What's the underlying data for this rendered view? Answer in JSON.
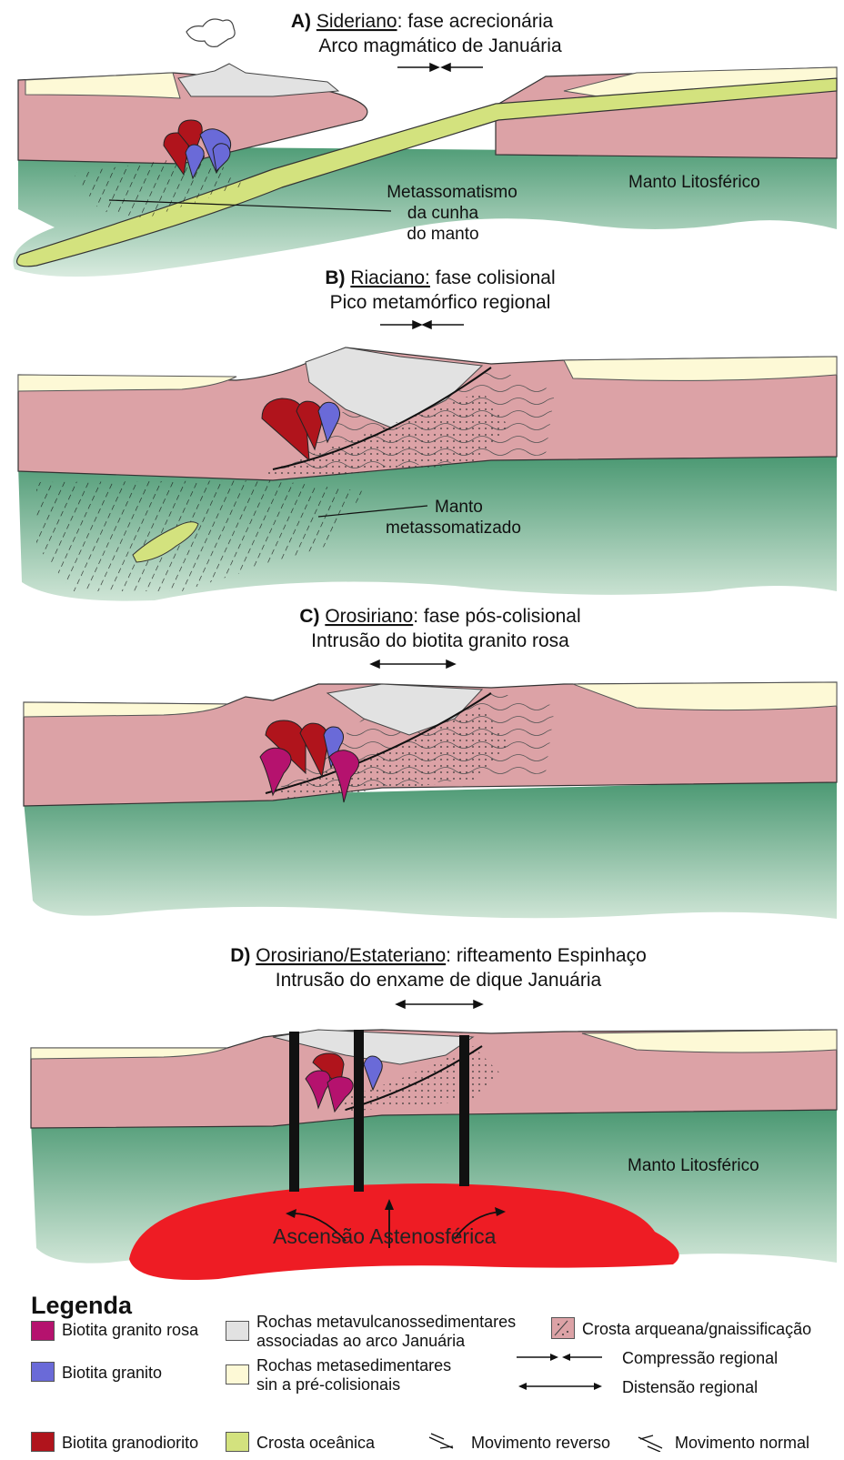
{
  "panels": [
    {
      "letter": "A)",
      "period": "Sideriano",
      "phase": ": fase acrecionária",
      "subtitle": "Arco magmático de Januária",
      "labels": {
        "metassomatismo": [
          "Metassomatismo",
          "da cunha",
          "do manto"
        ],
        "manto": "Manto Litosférico"
      }
    },
    {
      "letter": "B)",
      "period": "Riaciano:",
      "phase": " fase colisional",
      "subtitle": "Pico metamórfico regional",
      "labels": {
        "manto": [
          "Manto",
          "metassomatizado"
        ]
      }
    },
    {
      "letter": "C)",
      "period": "Orosiriano",
      "phase": ": fase pós-colisional",
      "subtitle": "Intrusão do biotita granito rosa"
    },
    {
      "letter": "D)",
      "period": "Orosiriano/Estateriano",
      "phase": ": rifteamento Espinhaço",
      "subtitle": "Intrusão do enxame de dique Januária",
      "labels": {
        "manto": "Manto Litosférico",
        "astenosfera": "Ascensão Astenosférica"
      }
    }
  ],
  "legend": {
    "title": "Legenda",
    "items": [
      {
        "label": "Biotita granito rosa",
        "color": "#b5126e"
      },
      {
        "label": "Biotita granito",
        "color": "#6a6ad8"
      },
      {
        "label": "Biotita granodiorito",
        "color": "#b0141c"
      },
      {
        "label": "Rochas metavulcanossedimentares",
        "label2": "associadas ao arco Januária",
        "color": "#e2e2e2"
      },
      {
        "label": "Rochas metasedimentares",
        "label2": "sin a pré-colisionais",
        "color": "#fdf9d6"
      },
      {
        "label": "Crosta oceânica",
        "color": "#d3e27e"
      },
      {
        "label": "Crosta arqueana/gnaissificação",
        "color": "#dca2a6"
      },
      {
        "label": "Compressão regional"
      },
      {
        "label": "Distensão regional"
      },
      {
        "label": "Movimento reverso"
      },
      {
        "label": "Movimento normal"
      }
    ]
  },
  "colors": {
    "crust": "#dca2a6",
    "mantle": "#4f9c76",
    "mantle_light": "#d6e8dc",
    "oceanic": "#d3e27e",
    "metasediment": "#fdf9d6",
    "metavolc": "#e2e2e2",
    "granodiorite": "#b0141c",
    "granite": "#6a6ad8",
    "pink_granite": "#b5126e",
    "astheno": "#ee1c24"
  }
}
